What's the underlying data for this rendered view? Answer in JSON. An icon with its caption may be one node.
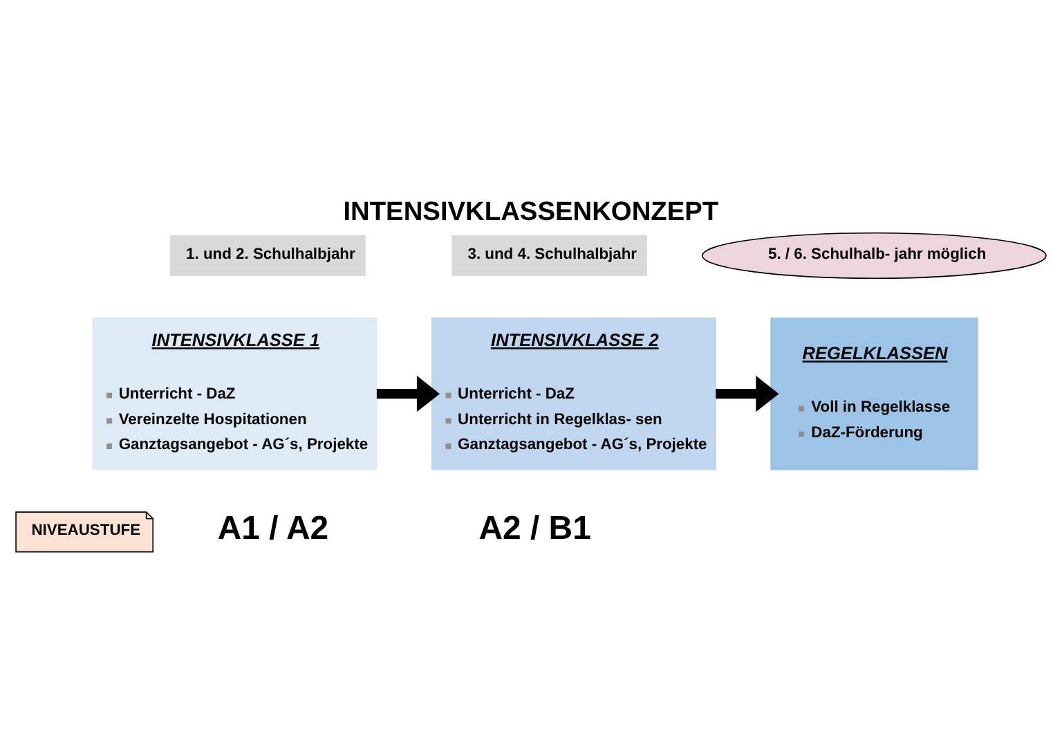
{
  "diagram": {
    "title": "INTENSIVKLASSENKONZEPT",
    "nodes": [
      {
        "text": [
          "1. und 2. Schulhalbjahr"
        ]
      },
      {
        "text": [
          "3. und 4. Schulhalbjahr"
        ]
      },
      {
        "text": [
          "5. / 6. Schulhalb- jahr möglich"
        ]
      },
      {
        "text": [
          "INTENSIVKLASSE 1",
          "Unterricht - DaZ",
          "Vereinzelte Hospitationen",
          "Ganztagsangebot - AG´s, Projekte"
        ]
      },
      {
        "text": [
          "INTENSIVKLASSE 2",
          "Unterricht - DaZ",
          "Unterricht in Regelklas- sen",
          "Ganztagsangebot - AG´s, Projekte"
        ]
      },
      {
        "text": [
          "REGELKLASSEN",
          "Voll in Regelklasse",
          "DaZ-Förderung"
        ]
      },
      {
        "text": [
          "NIVEAUSTUFE"
        ]
      }
    ],
    "edges": [
      {
        "from": 3,
        "to": 4,
        "arrow": "to"
      },
      {
        "from": 4,
        "to": 5,
        "arrow": "to"
      }
    ],
    "labels": [
      "A1 / A2",
      "A2 / B1"
    ]
  }
}
